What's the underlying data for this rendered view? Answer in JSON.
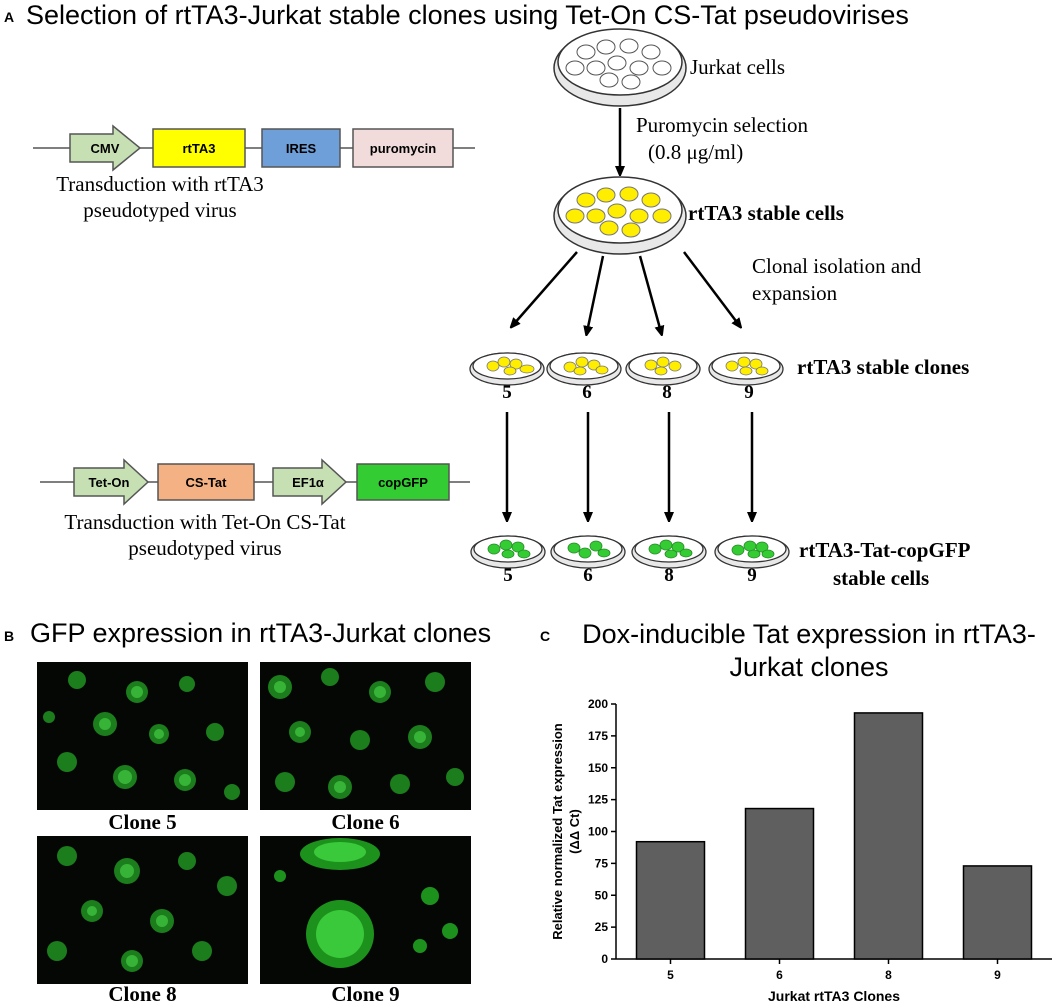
{
  "panel_a": {
    "letter": "A",
    "title": "Selection of rtTA3-Jurkat stable clones using Tet-On CS-Tat pseudovirises",
    "jurkat_label": "Jurkat cells",
    "puromycin_line1": "Puromycin selection",
    "puromycin_line2": "(0.8 μg/ml)",
    "stable_cells_label": "rtTA3 stable cells",
    "clonal_line1": "Clonal isolation and",
    "clonal_line2": "expansion",
    "stable_clones_label": "rtTA3 stable clones",
    "clone_numbers": [
      "5",
      "6",
      "8",
      "9"
    ],
    "final_label_line1": "rtTA3-Tat-copGFP",
    "final_label_line2": "stable cells",
    "construct1": {
      "elements": [
        "CMV",
        "rtTA3",
        "IRES",
        "puromycin"
      ],
      "caption_line1": "Transduction with rtTA3",
      "caption_line2": "pseudotyped virus"
    },
    "construct2": {
      "elements": [
        "Tet-On",
        "CS-Tat",
        "EF1α",
        "copGFP"
      ],
      "caption_line1": "Transduction with Tet-On CS-Tat",
      "caption_line2": "pseudotyped virus"
    },
    "colors": {
      "promoter": "#c6e0b4",
      "rtta3": "#ffff00",
      "ires": "#6f9fd8",
      "puromycin": "#f2dcdb",
      "cstat": "#f4b183",
      "copgfp": "#33cc33",
      "yellow_cell": "#ffee00",
      "green_cell": "#33cc33"
    }
  },
  "panel_b": {
    "letter": "B",
    "title": "GFP expression in  rtTA3-Jurkat clones",
    "clones": [
      "Clone 5",
      "Clone 6",
      "Clone 8",
      "Clone 9"
    ]
  },
  "panel_c": {
    "letter": "C",
    "title_line1": "Dox-inducible Tat expression in rtTA3-",
    "title_line2": "Jurkat clones"
  },
  "chart_data": {
    "type": "bar",
    "categories": [
      "5",
      "6",
      "8",
      "9"
    ],
    "values": [
      92,
      118,
      193,
      73
    ],
    "xlabel": "Jurkat rtTA3 Clones",
    "ylabel_line1": "Relative normalized Tat expression",
    "ylabel_line2": "(ΔΔ Ct)",
    "ylim": [
      0,
      200
    ],
    "yticks": [
      "0",
      "25",
      "50",
      "75",
      "100",
      "125",
      "150",
      "175",
      "200"
    ],
    "bar_color": "#5f5f5f"
  }
}
